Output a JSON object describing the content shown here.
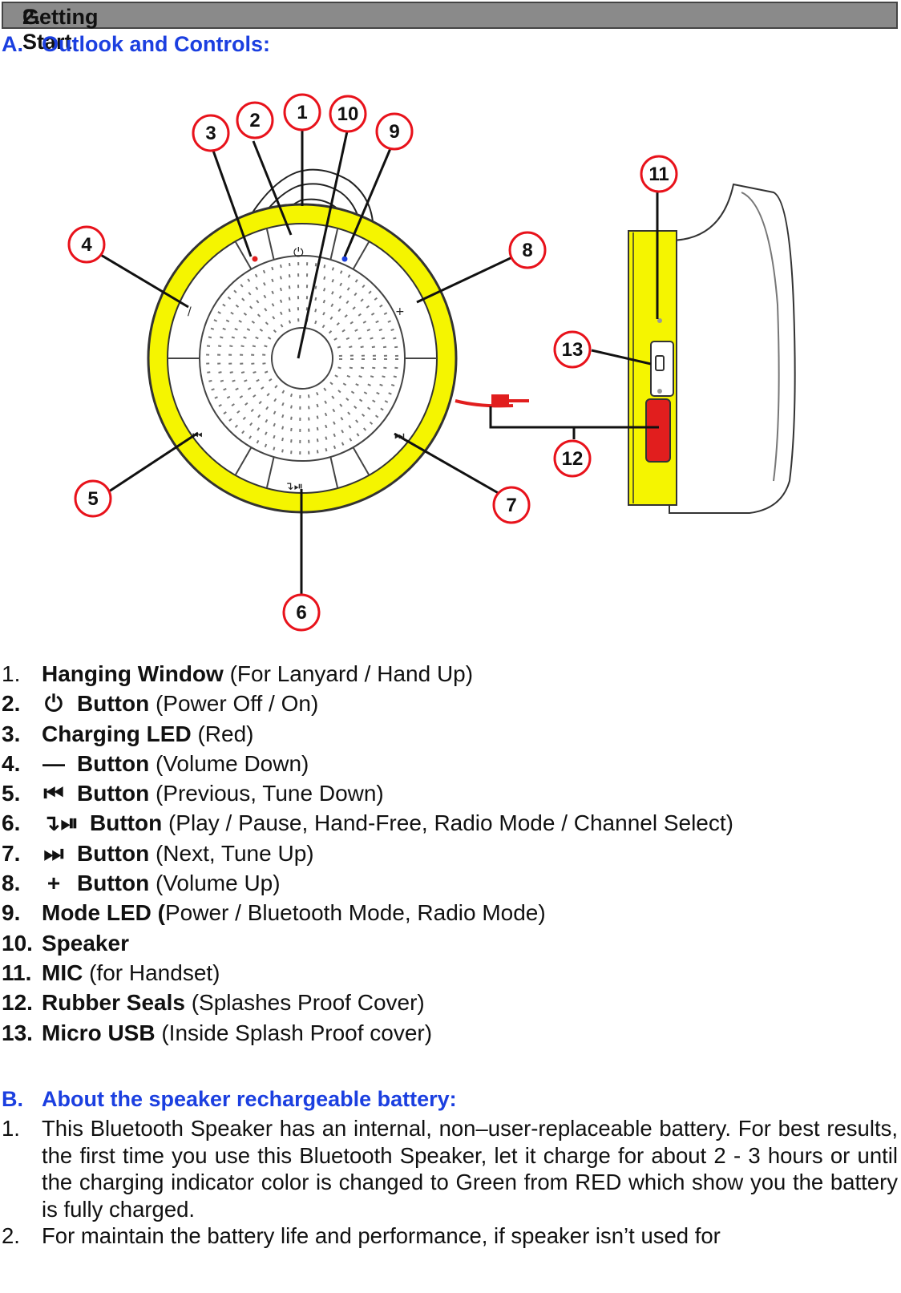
{
  "section": {
    "number": "2.",
    "title": "Getting Start"
  },
  "part_a": {
    "letter": "A.",
    "title": "Outlook and Controls:"
  },
  "diagram_callouts": [
    "1",
    "2",
    "3",
    "4",
    "5",
    "6",
    "7",
    "8",
    "9",
    "10",
    "11",
    "12",
    "13"
  ],
  "features": [
    {
      "num": "1.",
      "symbol": "",
      "name": "Hanging Window",
      "desc": "(For Lanyard / Hand Up)"
    },
    {
      "num": "2.",
      "symbol": "⏻",
      "name": "Button",
      "desc": "(Power Off / On)"
    },
    {
      "num": "3.",
      "symbol": "",
      "name": "Charging LED",
      "desc": "(Red)"
    },
    {
      "num": "4.",
      "symbol": "—",
      "name": "Button",
      "desc": "(Volume Down)"
    },
    {
      "num": "5.",
      "symbol": "⏮",
      "name": "Button",
      "desc": "(Previous, Tune Down)"
    },
    {
      "num": "6.",
      "symbol": "↴⏯",
      "name": "Button",
      "desc": "(Play / Pause, Hand-Free, Radio Mode / Channel Select)"
    },
    {
      "num": "7.",
      "symbol": "⏭",
      "name": "Button",
      "desc": "(Next, Tune Up)"
    },
    {
      "num": "8.",
      "symbol": "+",
      "name": "Button",
      "desc": "(Volume Up)"
    },
    {
      "num": "9.",
      "symbol": "",
      "name": "Mode LED (",
      "desc": "Power / Bluetooth Mode, Radio Mode)"
    },
    {
      "num": "10.",
      "symbol": "",
      "name": "Speaker",
      "desc": ""
    },
    {
      "num": "11.",
      "symbol": "",
      "name": "MIC",
      "desc": "(for Handset)"
    },
    {
      "num": "12.",
      "symbol": "",
      "name": "Rubber Seals",
      "desc": "(Splashes Proof Cover)"
    },
    {
      "num": "13.",
      "symbol": "",
      "name": "Micro USB",
      "desc": "(Inside Splash Proof cover)"
    }
  ],
  "part_b": {
    "letter": "B.",
    "title": "About the speaker rechargeable battery:"
  },
  "battery_notes": [
    {
      "num": "1.",
      "text": "This Bluetooth Speaker has an internal, non–user-replaceable battery. For best results, the first time you use this Bluetooth Speaker, let it charge for about 2 - 3 hours or until the charging indicator color is changed to Green from RED which show you the battery is fully charged."
    },
    {
      "num": "2.",
      "text": "For maintain the battery life and performance, if speaker isn’t used for"
    }
  ],
  "colors": {
    "heading_blue": "#1b3fe0",
    "speaker_yellow": "#f5f500",
    "callout_red": "#e8121b",
    "seal_red": "#e11e1e",
    "bar_gray": "#8a8a8a"
  }
}
